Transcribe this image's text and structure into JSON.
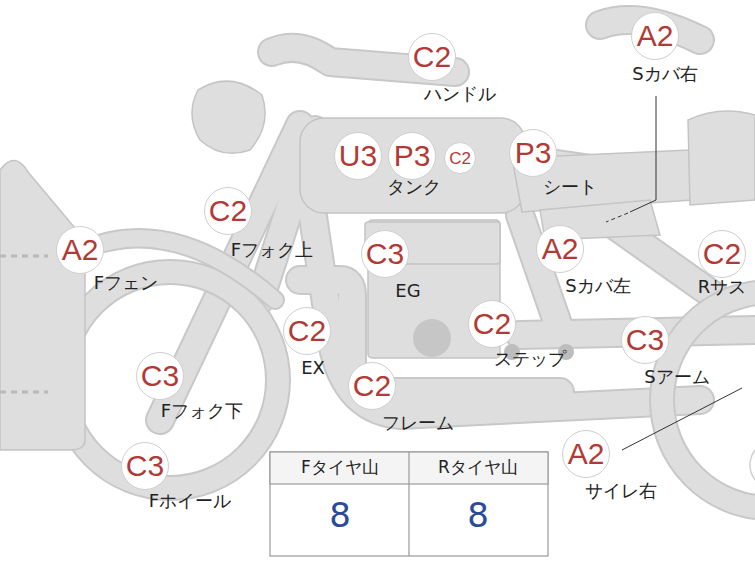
{
  "diagram": {
    "nodes": [
      {
        "text": [
          "A2"
        ]
      },
      {
        "text": [
          "C2"
        ]
      },
      {
        "text": [
          "U3"
        ]
      },
      {
        "text": [
          "P3"
        ]
      },
      {
        "text": [
          "C2"
        ]
      },
      {
        "text": [
          "P3"
        ]
      },
      {
        "text": [
          "C2"
        ]
      },
      {
        "text": [
          "A2"
        ]
      },
      {
        "text": [
          "C3"
        ]
      },
      {
        "text": [
          "A2"
        ]
      },
      {
        "text": [
          "C2"
        ]
      },
      {
        "text": [
          "C2"
        ]
      },
      {
        "text": [
          "C2"
        ]
      },
      {
        "text": [
          "C3"
        ]
      },
      {
        "text": [
          "C3"
        ]
      },
      {
        "text": [
          "C2"
        ]
      },
      {
        "text": [
          "C3"
        ]
      },
      {
        "text": [
          "A2"
        ]
      }
    ],
    "labels": [
      "Sカバ右",
      "ハンドル",
      "タンク",
      "シート",
      "Fフォク上",
      "Fフェン",
      "EG",
      "Sカバ左",
      "Rサス",
      "EX",
      "ステップ",
      "Sアーム",
      "Fフォク下",
      "フレーム",
      "Fホイール",
      "サイレ右",
      "Fタイヤ山",
      "Rタイヤ山",
      "8",
      "8"
    ]
  }
}
